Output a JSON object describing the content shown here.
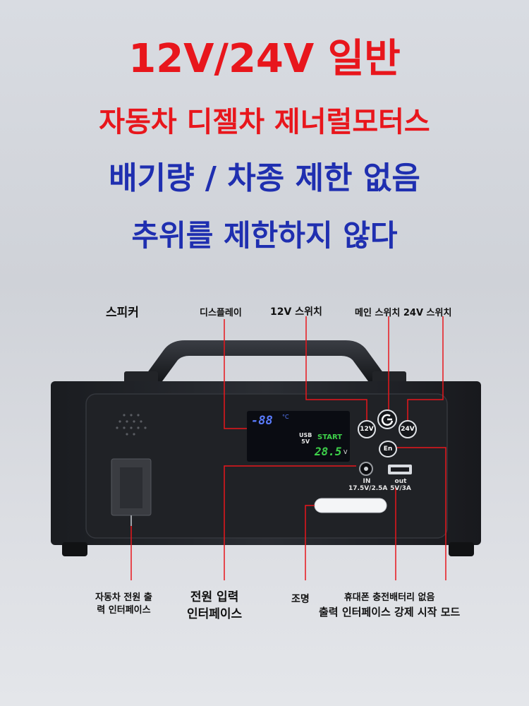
{
  "headline": {
    "line1": "12V/24V 일반",
    "line2": "자동차 디젤차 제너럴모터스",
    "line3": "배기량 / 차종 제한 없음",
    "line4": "추위를 제한하지 않다"
  },
  "labels": {
    "speaker": "스피커",
    "display": "디스플레이",
    "switch_12v": "12V 스위치",
    "main_24v_switch": "메인 스위치 24V 스위치",
    "car_power_out_1": "자동차 전원 출",
    "car_power_out_2": "력 인터페이스",
    "power_input_1": "전원 입력",
    "power_input_2": "인터페이스",
    "lighting": "조명",
    "forced_start_1": "휴대폰 충전배터리 없음",
    "forced_start_2": "출력 인터페이스 강제 시작 모드"
  },
  "display": {
    "temperature": "-88",
    "temp_unit": "°C",
    "usb_line1": "USB",
    "usb_line2": "5V",
    "start": "START",
    "voltage": "28.5",
    "voltage_unit": "V"
  },
  "buttons": {
    "b12v": "12V",
    "b24v": "24V",
    "en": "En"
  },
  "ports": {
    "in_line1": "IN",
    "in_line2": "17.5V/2.5A",
    "out_line1": "out",
    "out_line2": "5V/3A"
  },
  "colors": {
    "headline_red": "#e8161c",
    "headline_blue": "#1f2fb0",
    "leader_red": "#e8161c",
    "display_blue": "#5a7cff",
    "display_green": "#3ed14a"
  }
}
